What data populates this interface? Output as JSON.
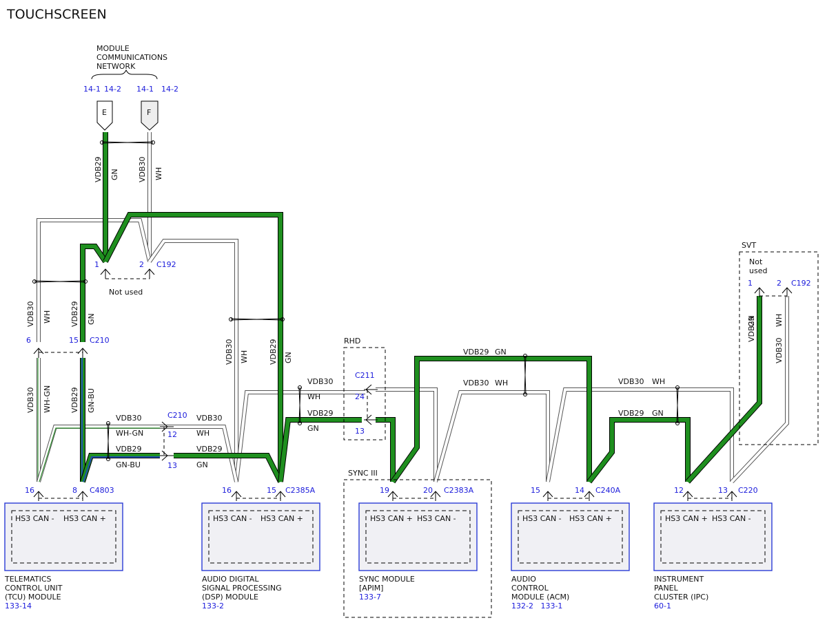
{
  "title": "TOUCHSCREEN",
  "network": {
    "label_line1": "MODULE",
    "label_line2": "COMMUNICATIONS",
    "label_line3": "NETWORK",
    "refs": [
      "14-1",
      "14-2",
      "14-1",
      "14-2"
    ],
    "connectors": [
      "E",
      "F"
    ]
  },
  "wires": {
    "vdb29": "VDB29",
    "vdb30": "VDB30",
    "gn": "GN",
    "wh": "WH",
    "wh_gn": "WH-GN",
    "gn_bu": "GN-BU"
  },
  "connectors": {
    "c192": "C192",
    "c210": "C210",
    "c211": "C211",
    "c4803": "C4803",
    "c2385a": "C2385A",
    "c2383a": "C2383A",
    "c240a": "C240A",
    "c220": "C220"
  },
  "pins": {
    "p1": "1",
    "p2": "2",
    "p6": "6",
    "p15": "15",
    "p12": "12",
    "p13": "13",
    "p24": "24",
    "p16": "16",
    "p8": "8",
    "p19": "19",
    "p20": "20",
    "p14": "14"
  },
  "notes": {
    "not_used": "Not used",
    "not": "Not",
    "used": "used",
    "rhd": "RHD",
    "svt": "SVT",
    "sync3": "SYNC III"
  },
  "modules": [
    {
      "pins_left": "HS3 CAN -",
      "pins_right": "HS3 CAN +",
      "name": [
        "TELEMATICS",
        "CONTROL UNIT",
        "(TCU) MODULE"
      ],
      "refs": "133-14"
    },
    {
      "pins_left": "HS3 CAN -",
      "pins_right": "HS3 CAN +",
      "name": [
        "AUDIO DIGITAL",
        "SIGNAL PROCESSING",
        "(DSP) MODULE"
      ],
      "refs": "133-2"
    },
    {
      "pins_left": "HS3 CAN +",
      "pins_right": "HS3 CAN -",
      "name": [
        "SYNC MODULE",
        "[APIM]"
      ],
      "refs": "133-7"
    },
    {
      "pins_left": "HS3 CAN -",
      "pins_right": "HS3 CAN +",
      "name": [
        "AUDIO",
        "CONTROL",
        "MODULE (ACM)"
      ],
      "refs": "132-2   133-1"
    },
    {
      "pins_left": "HS3 CAN +",
      "pins_right": "HS3 CAN -",
      "name": [
        "INSTRUMENT",
        "PANEL",
        "CLUSTER (IPC)"
      ],
      "refs": "60-1"
    }
  ],
  "colors": {
    "green": "#1f8f1f",
    "blue_text": "#1a1adb",
    "module_border": "#2a3bd6",
    "module_fill": "#f0f0f4"
  }
}
